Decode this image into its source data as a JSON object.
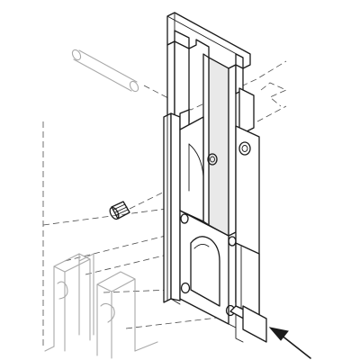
{
  "diagram": {
    "parts": [
      {
        "name": "dowel-pin",
        "style": "ghost"
      },
      {
        "name": "set-screw",
        "style": "solid"
      },
      {
        "name": "vertical-slide-bracket",
        "style": "solid"
      },
      {
        "name": "mating-block-assembly",
        "style": "ghost"
      }
    ],
    "indicator": {
      "name": "arrow-icon",
      "direction": "up-left"
    },
    "colors": {
      "line": "#1a1a1a",
      "ghost": "#a9a9a9",
      "hidden": "#4d4d4d",
      "background": "#ffffff"
    }
  }
}
